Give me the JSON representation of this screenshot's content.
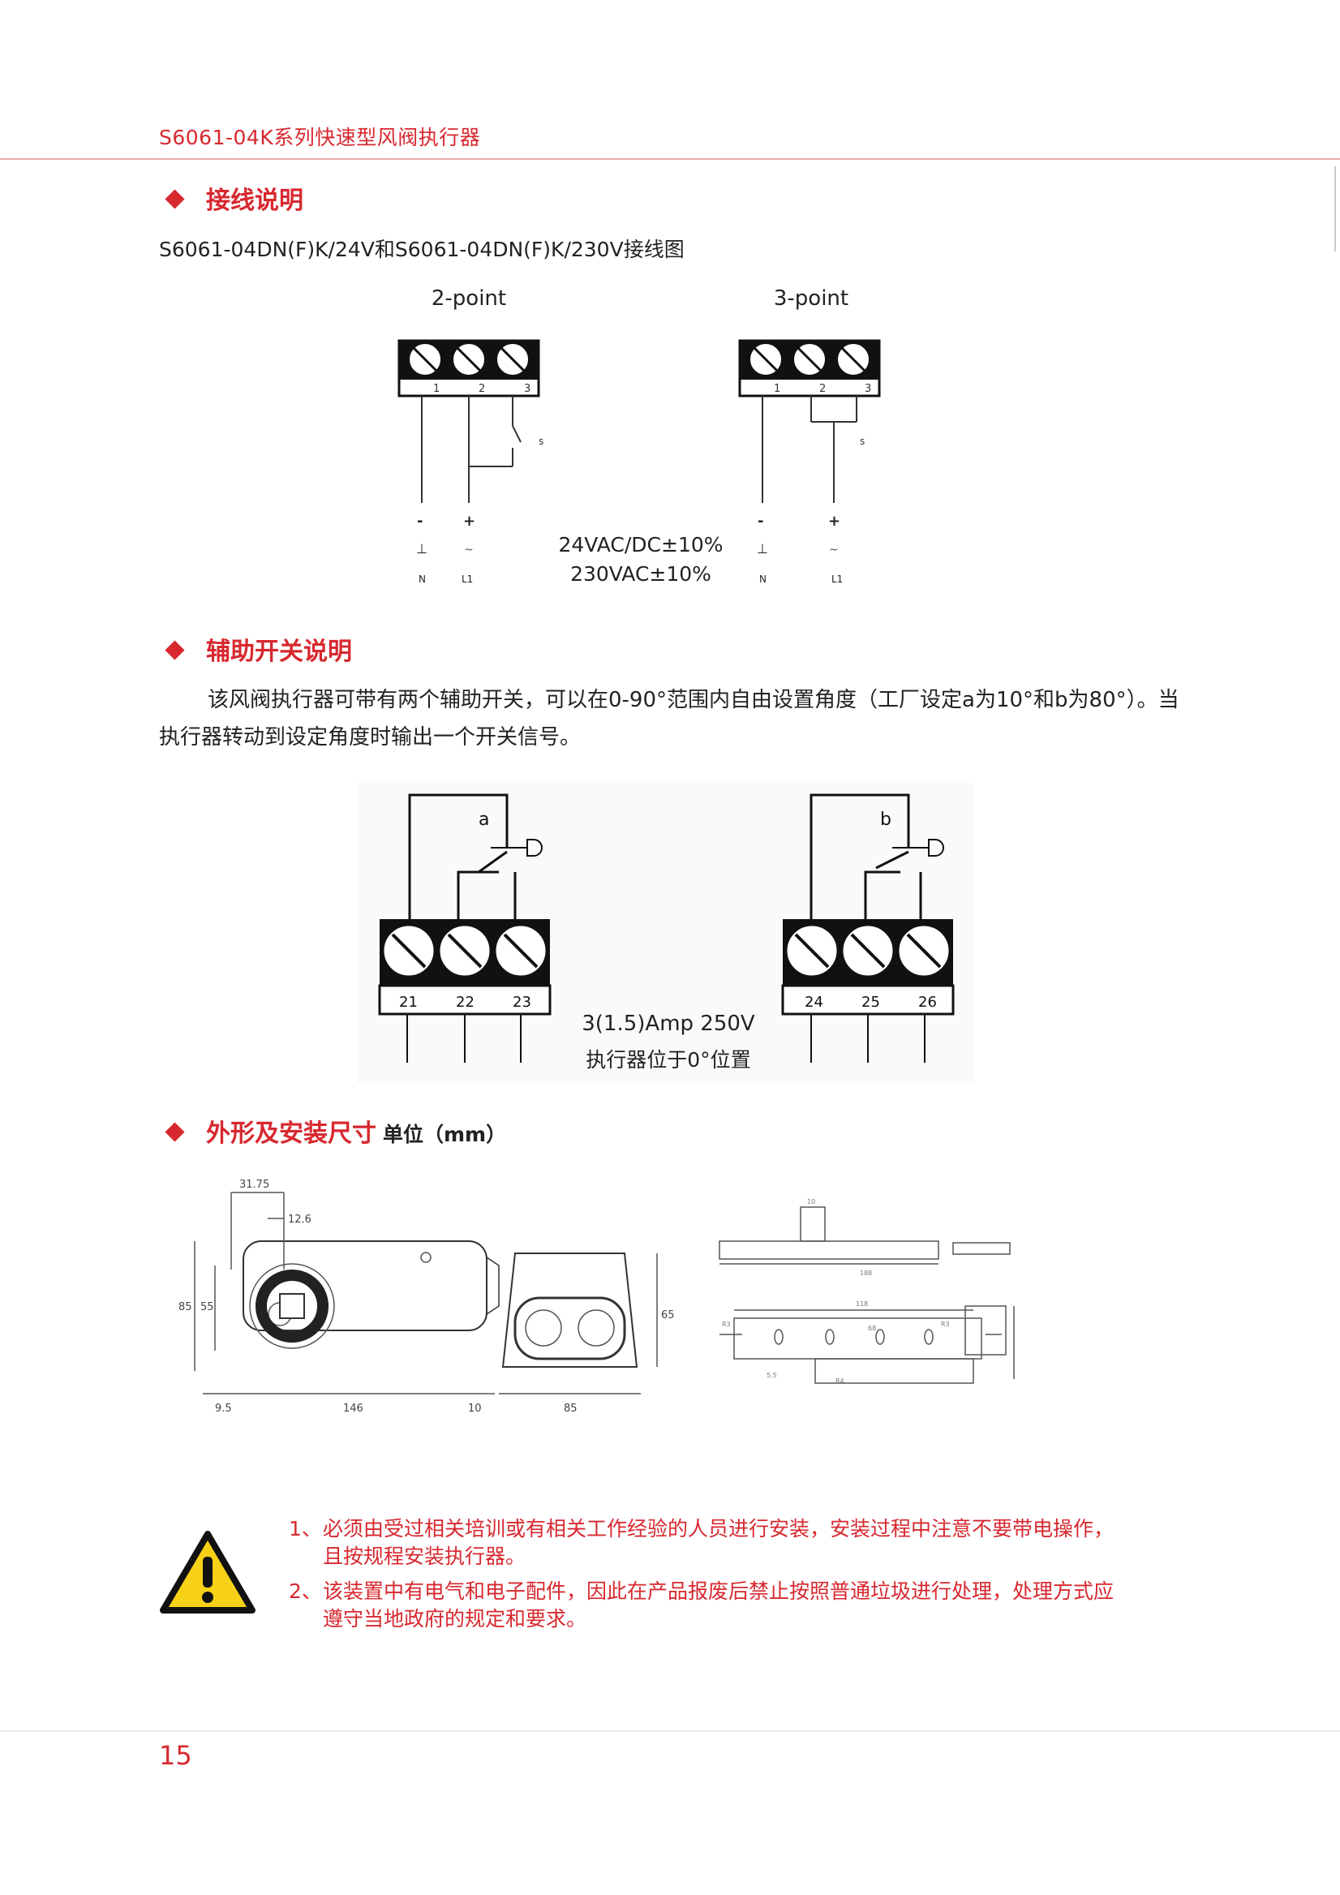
{
  "header": {
    "title": "S6061-04K系列快速型风阀执行器"
  },
  "section1": {
    "title": "接线说明",
    "subtitle": "S6061-04DN(F)K/24V和S6061-04DN(F)K/230V接线图",
    "diagram_left": {
      "label": "2-point",
      "terminals": [
        "1",
        "2",
        "3"
      ],
      "switch_label": "s",
      "pol_minus": "-",
      "pol_plus": "+",
      "sym_ground": "⊥",
      "sym_ac": "~",
      "wire_n": "N",
      "wire_l1": "L1"
    },
    "diagram_right": {
      "label": "3-point",
      "terminals": [
        "1",
        "2",
        "3"
      ],
      "switch_label": "s",
      "pol_minus": "-",
      "pol_plus": "+",
      "sym_ground": "⊥",
      "sym_ac": "~",
      "wire_n": "N",
      "wire_l1": "L1"
    },
    "voltage_1": "24VAC/DC±10%",
    "voltage_2": "230VAC±10%"
  },
  "section2": {
    "title": "辅助开关说明",
    "paragraph": "该风阀执行器可带有两个辅助开关，可以在0-90°范围内自由设置角度（工厂设定a为10°和b为80°）。当执行器转动到设定角度时输出一个开关信号。",
    "switch_a": {
      "label": "a",
      "terminals": [
        "21",
        "22",
        "23"
      ]
    },
    "switch_b": {
      "label": "b",
      "terminals": [
        "24",
        "25",
        "26"
      ]
    },
    "rating": "3(1.5)Amp 250V",
    "position_note": "执行器位于0°位置"
  },
  "section3": {
    "title": "外形及安装尺寸",
    "unit": "单位（mm）",
    "dims": {
      "d1": "31.75",
      "d2": "12.6",
      "h1": "85",
      "h2": "55",
      "w1": "9.5",
      "w2": "146",
      "w3": "10",
      "w4": "85",
      "h3": "65",
      "bar_len": "188",
      "bar_hole": "10",
      "plate_len": "118",
      "plate_mid": "68",
      "r1": "R3",
      "r2": "R3",
      "r3": "R4",
      "t1": "5.5"
    }
  },
  "warnings": [
    {
      "num": "1、",
      "text": "必须由受过相关培训或有相关工作经验的人员进行安装，安装过程中注意不要带电操作，",
      "cont": "且按规程安装执行器。"
    },
    {
      "num": "2、",
      "text": "该装置中有电气和电子配件，因此在产品报废后禁止按照普通垃圾进行处理，处理方式应",
      "cont": "遵守当地政府的规定和要求。"
    }
  ],
  "footer": {
    "page": "15"
  },
  "colors": {
    "accent": "#d7282f",
    "warning_fill": "#f7d117"
  }
}
